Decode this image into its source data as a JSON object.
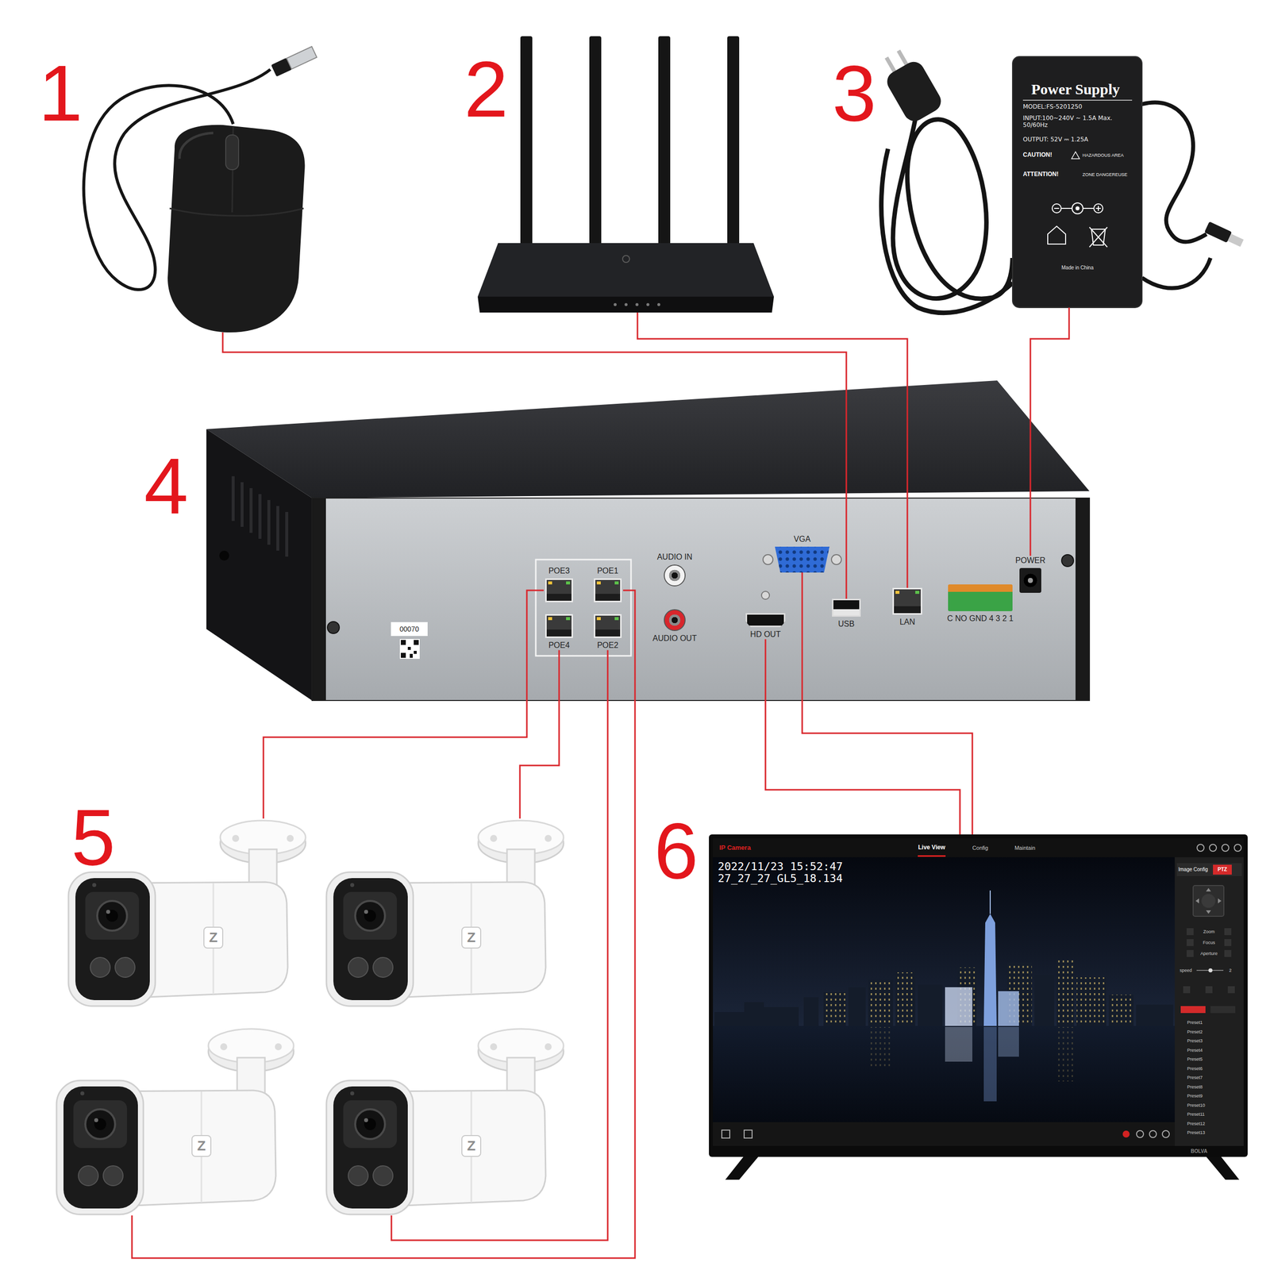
{
  "diagram": {
    "nodes": [
      {
        "text": [
          "1"
        ]
      },
      {
        "text": [
          "2"
        ]
      },
      {
        "text": [
          "3",
          "Power Supply",
          "MODEL:FS-5201250",
          "INPUT:100~240V ~ 1.5A Max. 50/60Hz",
          "OUTPUT: 52V ⎓ 1.25A",
          "CAUTION!",
          "HAZARDOUS AREA",
          "ATTENTION!",
          "ZONE DANGEREUSE",
          "Made in China"
        ]
      },
      {
        "text": [
          "4",
          "00070"
        ]
      },
      {
        "text": [
          "POE3"
        ],
        "in": 3
      },
      {
        "text": [
          "POE1"
        ],
        "in": 3
      },
      {
        "text": [
          "POE4"
        ],
        "in": 3
      },
      {
        "text": [
          "POE2"
        ],
        "in": 3
      },
      {
        "text": [
          "AUDIO IN"
        ],
        "in": 3
      },
      {
        "text": [
          "AUDIO OUT"
        ],
        "in": 3
      },
      {
        "text": [
          "VGA"
        ],
        "in": 3
      },
      {
        "text": [
          "HD OUT"
        ],
        "in": 3
      },
      {
        "text": [
          "USB"
        ],
        "in": 3
      },
      {
        "text": [
          "LAN"
        ],
        "in": 3
      },
      {
        "text": [
          "C NO GND 4 3 2 1"
        ],
        "in": 3
      },
      {
        "text": [
          "POWER"
        ],
        "in": 3
      },
      {
        "text": [
          "5",
          "Z"
        ]
      },
      {
        "text": [
          "Z"
        ]
      },
      {
        "text": [
          "Z"
        ]
      },
      {
        "text": [
          "Z"
        ]
      },
      {
        "text": [
          "6",
          "BOLVA"
        ]
      }
    ],
    "edges": [
      {
        "from": 0,
        "to": 12,
        "arrow": "none"
      },
      {
        "from": 1,
        "to": 13,
        "arrow": "none"
      },
      {
        "from": 2,
        "to": 15,
        "arrow": "none"
      },
      {
        "from": 4,
        "to": 16,
        "arrow": "none"
      },
      {
        "from": 6,
        "to": 17,
        "arrow": "none"
      },
      {
        "from": 5,
        "to": 18,
        "arrow": "none"
      },
      {
        "from": 7,
        "to": 19,
        "arrow": "none"
      },
      {
        "from": 11,
        "to": 20,
        "arrow": "none"
      },
      {
        "from": 10,
        "to": 20,
        "arrow": "none"
      }
    ],
    "labels": [
      "IP Camera",
      "Live View",
      "Config",
      "Maintain",
      "2022/11/23 15:52:47",
      "27_27_27_GL5_18.134",
      "Image Config",
      "PTZ",
      "Zoom",
      "Focus",
      "Aperture",
      "speed",
      "2",
      "Preset1",
      "Preset2",
      "Preset3",
      "Preset4",
      "Preset5",
      "Preset6",
      "Preset7",
      "Preset8",
      "Preset9",
      "Preset10",
      "Preset11",
      "Preset12",
      "Preset13"
    ]
  }
}
